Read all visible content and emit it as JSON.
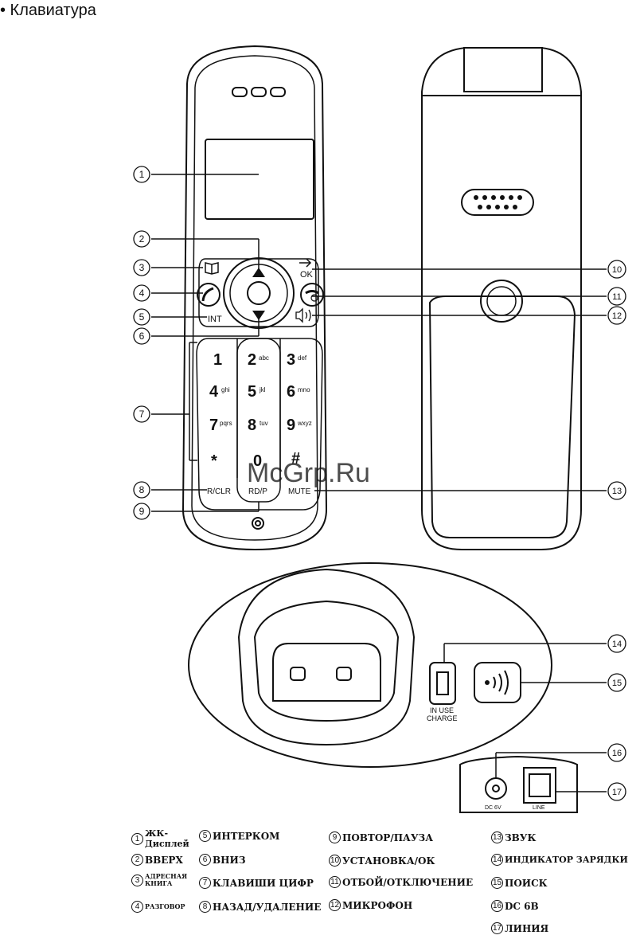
{
  "heading": "• Клавиатура",
  "watermark": "McGrp.Ru",
  "handset": {
    "keys": [
      {
        "digit": "1",
        "letters": ""
      },
      {
        "digit": "2",
        "letters": "abc"
      },
      {
        "digit": "3",
        "letters": "def"
      },
      {
        "digit": "4",
        "letters": "ghi"
      },
      {
        "digit": "5",
        "letters": "jkl"
      },
      {
        "digit": "6",
        "letters": "mno"
      },
      {
        "digit": "7",
        "letters": "pqrs"
      },
      {
        "digit": "8",
        "letters": "tuv"
      },
      {
        "digit": "9",
        "letters": "wxyz"
      },
      {
        "digit": "*",
        "letters": ""
      },
      {
        "digit": "0",
        "letters": ""
      },
      {
        "digit": "#",
        "letters": ""
      }
    ],
    "ok_label": "OK",
    "int_label": "INT",
    "rclr_label": "R/CLR",
    "rdp_label": "RD/P",
    "mute_label": "MUTE"
  },
  "base": {
    "in_use_label": "IN USE",
    "charge_label": "CHARGE",
    "dc_label": "DC  6V",
    "line_label": "LINE"
  },
  "callouts": [
    "1",
    "2",
    "3",
    "4",
    "5",
    "6",
    "7",
    "8",
    "9",
    "10",
    "11",
    "12",
    "13",
    "14",
    "15",
    "16",
    "17"
  ],
  "legend": [
    {
      "num": "1",
      "text": "ЖК-Дисплей"
    },
    {
      "num": "2",
      "text": "ВВЕРХ"
    },
    {
      "num": "3",
      "text": "АДРЕСНАЯ КНИГА"
    },
    {
      "num": "4",
      "text": "РАЗГОВОР"
    },
    {
      "num": "5",
      "text": "ИНТЕРКОМ"
    },
    {
      "num": "6",
      "text": "ВНИЗ"
    },
    {
      "num": "7",
      "text": "КЛАВИШИ ЦИФР"
    },
    {
      "num": "8",
      "text": "НАЗАД/УДАЛЕНИЕ"
    },
    {
      "num": "9",
      "text": "ПОВТОР/ПАУЗА"
    },
    {
      "num": "10",
      "text": "УСТАНОВКА/ОК"
    },
    {
      "num": "11",
      "text": "ОТБОЙ/ОТКЛЮЧЕНИЕ"
    },
    {
      "num": "12",
      "text": "МИКРОФОН"
    },
    {
      "num": "13",
      "text": "ЗВУК"
    },
    {
      "num": "14",
      "text": "ИНДИКАТОР ЗАРЯДКИ"
    },
    {
      "num": "15",
      "text": "ПОИСК"
    },
    {
      "num": "16",
      "text": "DC 6В"
    },
    {
      "num": "17",
      "text": "ЛИНИЯ"
    }
  ]
}
